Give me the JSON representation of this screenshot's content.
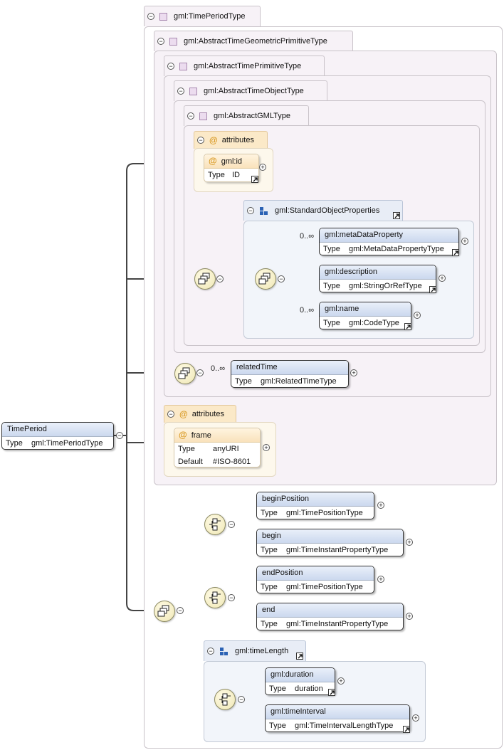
{
  "root": {
    "name": "TimePeriod",
    "type_label": "Type",
    "type": "gml:TimePeriodType"
  },
  "types": {
    "time_period_type": "gml:TimePeriodType",
    "abstract_time_geometric_primitive_type": "gml:AbstractTimeGeometricPrimitiveType",
    "abstract_time_primitive_type": "gml:AbstractTimePrimitiveType",
    "abstract_time_object_type": "gml:AbstractTimeObjectType",
    "abstract_gml_type": "gml:AbstractGMLType"
  },
  "attributes_label": "attributes",
  "gml_id": {
    "name": "gml:id",
    "type_label": "Type",
    "type": "ID"
  },
  "standard_object_properties": {
    "name": "gml:StandardObjectProperties",
    "meta_data_property": {
      "name": "gml:metaDataProperty",
      "type_label": "Type",
      "type": "gml:MetaDataPropertyType",
      "occurs": "0..∞"
    },
    "description": {
      "name": "gml:description",
      "type_label": "Type",
      "type": "gml:StringOrRefType"
    },
    "gml_name": {
      "name": "gml:name",
      "type_label": "Type",
      "type": "gml:CodeType",
      "occurs": "0..∞"
    }
  },
  "related_time": {
    "name": "relatedTime",
    "type_label": "Type",
    "type": "gml:RelatedTimeType",
    "occurs": "0..∞"
  },
  "frame": {
    "name": "frame",
    "type_label": "Type",
    "type": "anyURI",
    "default_label": "Default",
    "default": "#ISO-8601"
  },
  "begin_position": {
    "name": "beginPosition",
    "type_label": "Type",
    "type": "gml:TimePositionType"
  },
  "begin": {
    "name": "begin",
    "type_label": "Type",
    "type": "gml:TimeInstantPropertyType"
  },
  "end_position": {
    "name": "endPosition",
    "type_label": "Type",
    "type": "gml:TimePositionType"
  },
  "end": {
    "name": "end",
    "type_label": "Type",
    "type": "gml:TimeInstantPropertyType"
  },
  "time_length": {
    "name": "gml:timeLength",
    "duration": {
      "name": "gml:duration",
      "type_label": "Type",
      "type": "duration"
    },
    "time_interval": {
      "name": "gml:timeInterval",
      "type_label": "Type",
      "type": "gml:TimeIntervalLengthType"
    }
  },
  "icons": {
    "collapse": "minus-circle-icon",
    "expand": "plus-circle-icon",
    "external": "external-link-icon",
    "sequence": "sequence-compositor-icon",
    "choice": "choice-compositor-icon",
    "type": "complex-type-icon",
    "attribute": "attribute-at-icon",
    "group": "group-icon"
  }
}
